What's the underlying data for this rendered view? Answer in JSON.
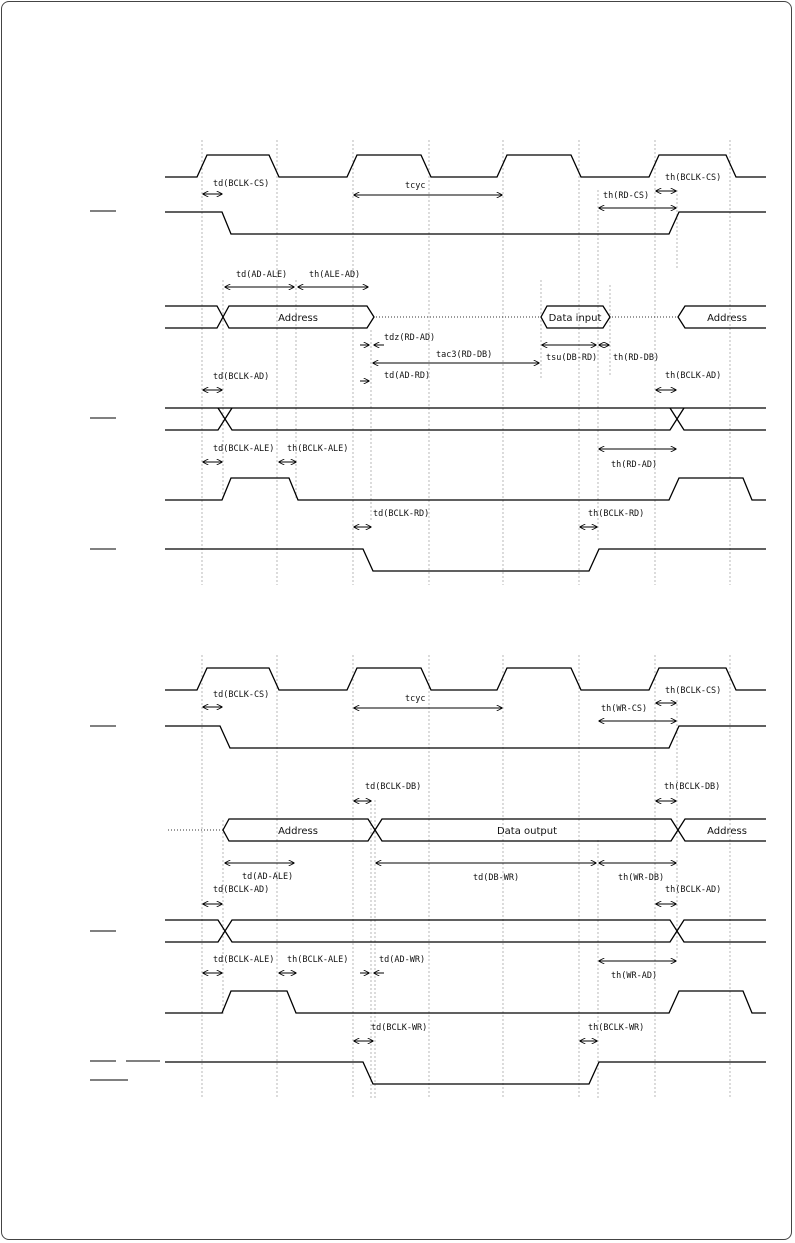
{
  "read_diagram": {
    "labels": {
      "td_bclk_cs": "td(BCLK-CS)",
      "tcyc": "tcyc",
      "th_bclk_cs": "th(BCLK-CS)",
      "th_rd_cs": "th(RD-CS)",
      "td_ad_ale": "td(AD-ALE)",
      "th_ale_ad": "th(ALE-AD)",
      "bus_address": "Address",
      "bus_data_input": "Data input",
      "bus_address_end": "Address",
      "tdz_rd_ad": "tdz(RD-AD)",
      "tac3_rd_db": "tac3(RD-DB)",
      "tsu_db_rd": "tsu(DB-RD)",
      "th_rd_db": "th(RD-DB)",
      "td_bclk_ad": "td(BCLK-AD)",
      "td_ad_rd": "td(AD-RD)",
      "th_bclk_ad": "th(BCLK-AD)",
      "td_bclk_ale": "td(BCLK-ALE)",
      "th_bclk_ale": "th(BCLK-ALE)",
      "th_rd_ad": "th(RD-AD)",
      "td_bclk_rd": "td(BCLK-RD)",
      "th_bclk_rd": "th(BCLK-RD)"
    }
  },
  "write_diagram": {
    "labels": {
      "td_bclk_cs": "td(BCLK-CS)",
      "tcyc": "tcyc",
      "th_bclk_cs": "th(BCLK-CS)",
      "th_wr_cs": "th(WR-CS)",
      "td_bclk_db": "td(BCLK-DB)",
      "th_bclk_db": "th(BCLK-DB)",
      "bus_address": "Address",
      "bus_data_output": "Data output",
      "bus_address_end": "Address",
      "td_ad_ale": "td(AD-ALE)",
      "td_db_wr": "td(DB-WR)",
      "th_wr_db": "th(WR-DB)",
      "td_bclk_ad": "td(BCLK-AD)",
      "th_bclk_ad": "th(BCLK-AD)",
      "td_bclk_ale": "td(BCLK-ALE)",
      "th_bclk_ale": "th(BCLK-ALE)",
      "td_ad_wr": "td(AD-WR)",
      "th_wr_ad": "th(WR-AD)",
      "td_bclk_wr": "td(BCLK-WR)",
      "th_bclk_wr": "th(BCLK-WR)"
    }
  }
}
